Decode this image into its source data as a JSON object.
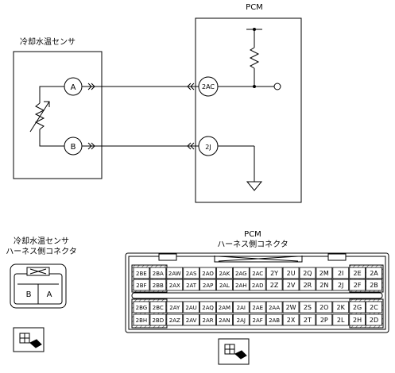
{
  "wiring": {
    "pcm_title": "PCM",
    "sensor_title": "冷却水温センサ",
    "sensor_terminals": [
      "A",
      "B"
    ],
    "pcm_terminals": [
      "2AC",
      "2J"
    ]
  },
  "connectors": {
    "sensor_caption_line1": "冷却水温センサ",
    "sensor_caption_line2": "ハーネス側コネクタ",
    "sensor_pins": [
      "B",
      "A"
    ],
    "pcm_caption_line1": "PCM",
    "pcm_caption_line2": "ハーネス側コネクタ",
    "pcm_rows": [
      [
        "2BE",
        "2BA",
        "2AW",
        "2AS",
        "2AO",
        "2AK",
        "2AG",
        "2AC",
        "2Y",
        "2U",
        "2Q",
        "2M",
        "2I",
        "2E",
        "2A"
      ],
      [
        "2BF",
        "2BB",
        "2AX",
        "2AT",
        "2AP",
        "2AL",
        "2AH",
        "2AD",
        "2Z",
        "2V",
        "2R",
        "2N",
        "2J",
        "2F",
        "2B"
      ],
      [
        "2BG",
        "2BC",
        "2AY",
        "2AU",
        "2AQ",
        "2AM",
        "2AI",
        "2AE",
        "2AA",
        "2W",
        "2S",
        "2O",
        "2K",
        "2G",
        "2C"
      ],
      [
        "2BH",
        "2BD",
        "2AZ",
        "2AV",
        "2AR",
        "2AN",
        "2AJ",
        "2AF",
        "2AB",
        "2X",
        "2T",
        "2P",
        "2L",
        "2H",
        "2D"
      ]
    ]
  }
}
